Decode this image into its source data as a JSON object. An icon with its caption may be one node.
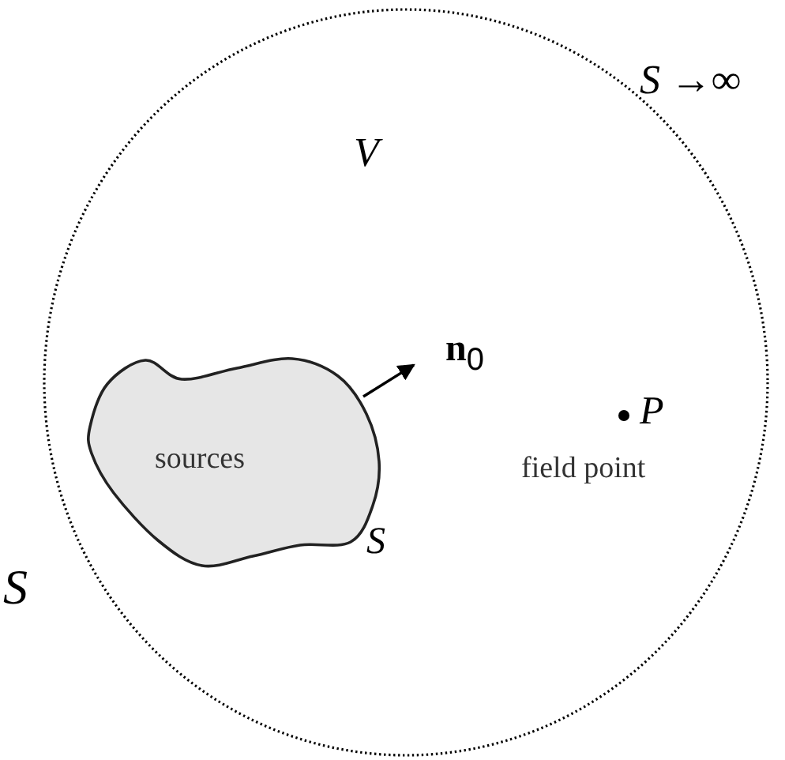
{
  "diagram": {
    "nodes": [
      {
        "text": [
          "V"
        ],
        "beside": [
          "S →∞"
        ]
      },
      {
        "text": [
          "sources"
        ],
        "beside": [
          "S"
        ],
        "in": 0
      }
    ],
    "labels": [
      "**n**$_{0}$",
      "P",
      "field point",
      "S"
    ]
  }
}
